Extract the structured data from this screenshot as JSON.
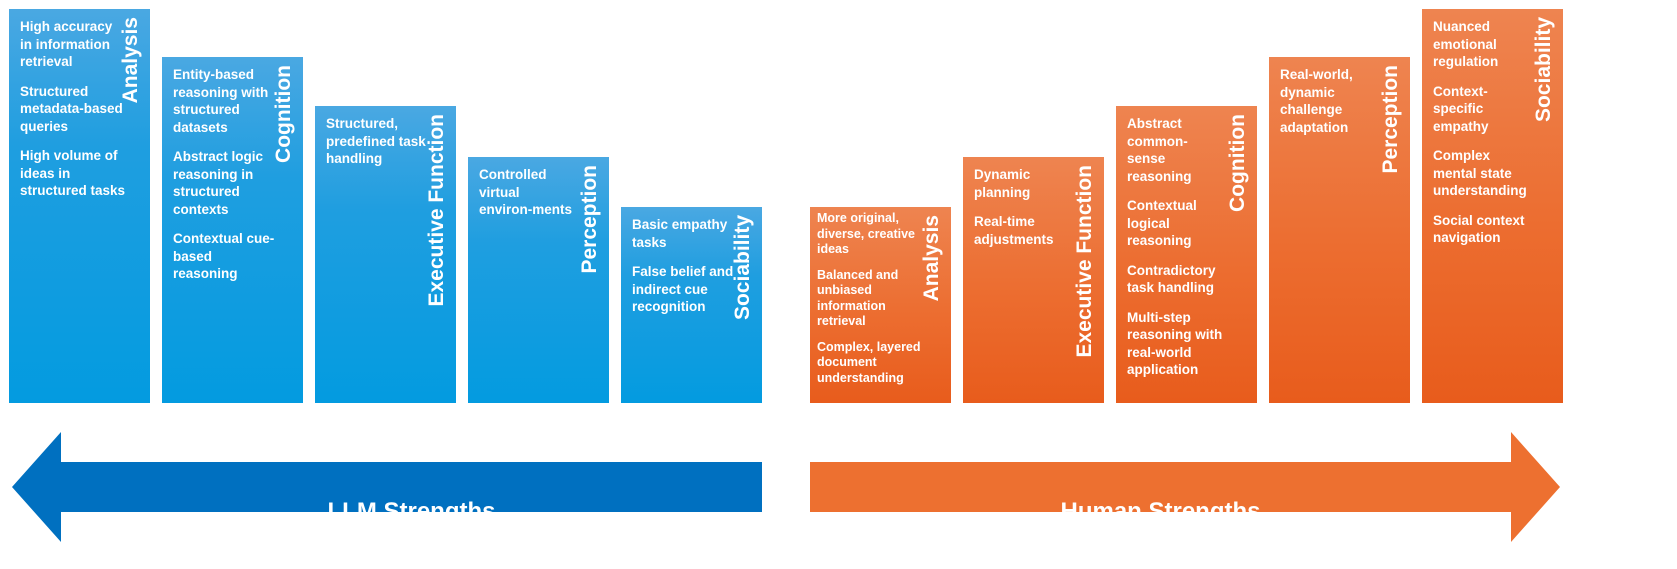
{
  "llm": {
    "banner": "LLM Strengths",
    "color": "#0070c0",
    "columns": [
      {
        "label": "Analysis",
        "items": [
          "High accuracy in information retrieval",
          "Structured metadata-based queries",
          "High volume of ideas in structured tasks"
        ]
      },
      {
        "label": "Cognition",
        "items": [
          "Entity-based reasoning with structured datasets",
          "Abstract logic reasoning in structured contexts",
          "Contextual cue-based reasoning"
        ]
      },
      {
        "label": "Executive Function",
        "items": [
          "Structured, predefined task handling"
        ]
      },
      {
        "label": "Perception",
        "items": [
          "Controlled virtual environ-ments"
        ]
      },
      {
        "label": "Sociability",
        "items": [
          "Basic empathy tasks",
          "False belief and indirect cue recognition"
        ]
      }
    ]
  },
  "human": {
    "banner": "Human Strengths",
    "color": "#ed7030",
    "columns": [
      {
        "label": "Analysis",
        "items": [
          "More original, diverse, creative ideas",
          "Balanced and unbiased information retrieval",
          "Complex, layered document understanding"
        ]
      },
      {
        "label": "Executive Function",
        "items": [
          "Dynamic planning",
          "Real-time adjustments"
        ]
      },
      {
        "label": "Cognition",
        "items": [
          "Abstract common-sense reasoning",
          "Contextual logical reasoning",
          "Contradictory task handling",
          "Multi-step reasoning with real-world application"
        ]
      },
      {
        "label": "Perception",
        "items": [
          "Real-world, dynamic challenge adaptation"
        ]
      },
      {
        "label": "Sociability",
        "items": [
          "Nuanced emotional regulation",
          "Context-specific empathy",
          "Complex mental state understanding",
          "Social context navigation"
        ]
      }
    ]
  }
}
